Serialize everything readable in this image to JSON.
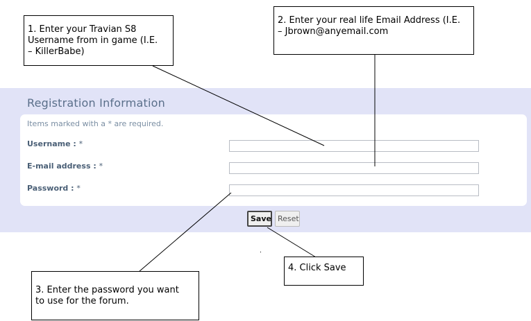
{
  "registration": {
    "title": "Registration Information",
    "required_note": "Items marked with a * are required.",
    "fields": [
      {
        "label": "Username :",
        "required_marker": "*",
        "value": ""
      },
      {
        "label": "E-mail address :",
        "required_marker": "*",
        "value": ""
      },
      {
        "label": "Password :",
        "required_marker": "*",
        "value": ""
      }
    ],
    "save_label": "Save",
    "reset_label": "Reset"
  },
  "callouts": [
    {
      "lines": [
        "1. Enter your Travian S8",
        "Username from in game (I.E.",
        "– KillerBabe)"
      ]
    },
    {
      "lines": [
        "2. Enter your real life Email Address (I.E.",
        "– Jbrown@anyemail.com"
      ]
    },
    {
      "lines": [
        "3. Enter the password you want",
        "to use for the forum."
      ]
    },
    {
      "lines": [
        "4. Click Save"
      ]
    }
  ],
  "colors": {
    "band": "#e1e3f7",
    "title": "#5a6f8a",
    "label": "#4a5f76",
    "note": "#7a8ea3"
  }
}
